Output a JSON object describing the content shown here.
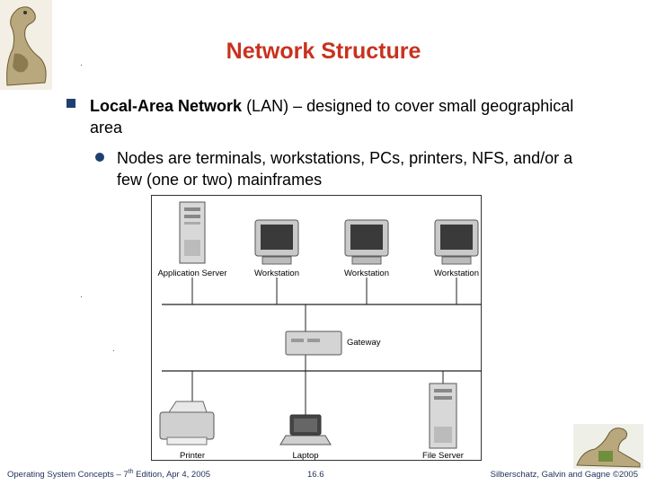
{
  "slide": {
    "title": "Network Structure",
    "bullet1_bold": "Local-Area Network",
    "bullet1_rest": " (LAN) – designed to cover small geographical area",
    "bullet2": "Nodes are terminals, workstations, PCs, printers, NFS, and/or a few (one or two) mainframes"
  },
  "diagram": {
    "app_server": "Application Server",
    "workstation": "Workstation",
    "gateway": "Gateway",
    "printer": "Printer",
    "laptop": "Laptop",
    "file_server": "File Server"
  },
  "footer": {
    "left_a": "Operating System Concepts – 7",
    "left_sup": "th",
    "left_b": " Edition, Apr 4, 2005",
    "page": "16.6",
    "right": "Silberschatz, Galvin and Gagne ©2005"
  }
}
